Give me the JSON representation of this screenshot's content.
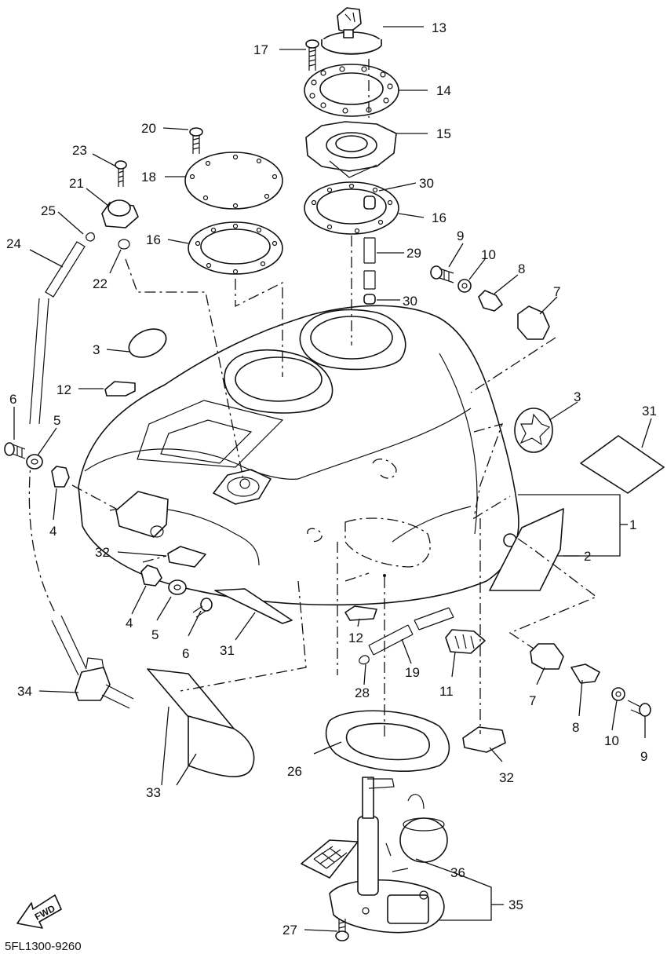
{
  "diagram_code": "5FL1300-9260",
  "fwd_label": "FWD",
  "part_numbers": {
    "p1": "1",
    "p2": "2",
    "p3a": "3",
    "p3b": "3",
    "p4a": "4",
    "p4b": "4",
    "p5a": "5",
    "p5b": "5",
    "p6a": "6",
    "p6b": "6",
    "p7a": "7",
    "p7b": "7",
    "p8a": "8",
    "p8b": "8",
    "p9a": "9",
    "p9b": "9",
    "p10a": "10",
    "p10b": "10",
    "p11": "11",
    "p12a": "12",
    "p12b": "12",
    "p13": "13",
    "p14": "14",
    "p15": "15",
    "p16a": "16",
    "p16b": "16",
    "p17": "17",
    "p18": "18",
    "p19": "19",
    "p20": "20",
    "p21": "21",
    "p22": "22",
    "p23": "23",
    "p24": "24",
    "p25": "25",
    "p26": "26",
    "p27": "27",
    "p28": "28",
    "p29": "29",
    "p30a": "30",
    "p30b": "30",
    "p31a": "31",
    "p31b": "31",
    "p32a": "32",
    "p32b": "32",
    "p33": "33",
    "p34": "34",
    "p35": "35",
    "p36": "36"
  }
}
